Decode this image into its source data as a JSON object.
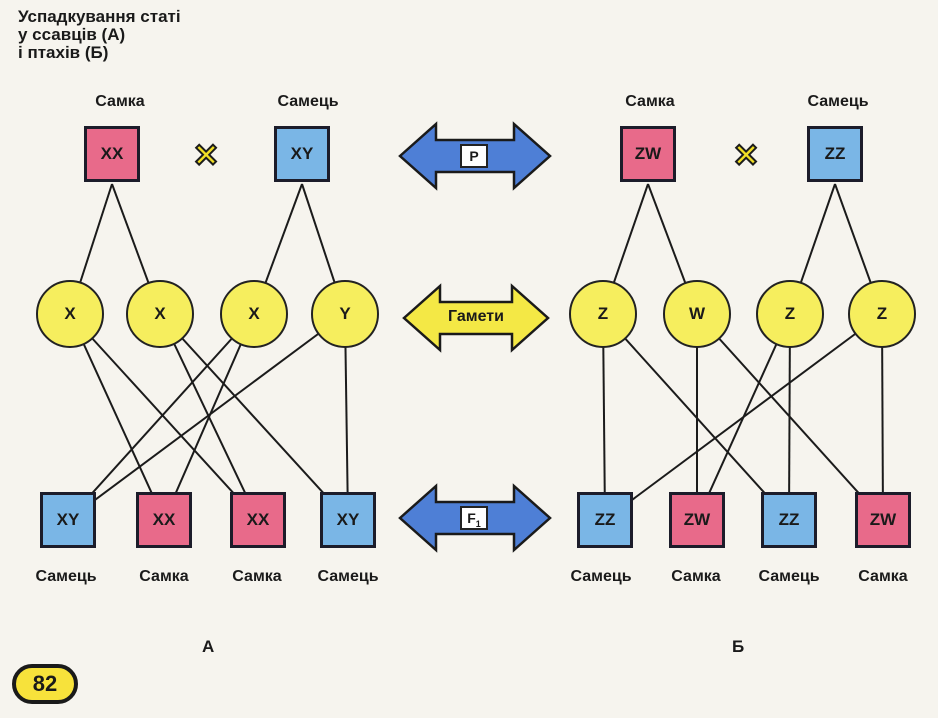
{
  "title": {
    "line1": "Успадкування статі",
    "line2": "у ссавців (А)",
    "line3": "і птахів (Б)"
  },
  "cross_symbol": "×",
  "arrows": {
    "parents_tag": "P",
    "gametes_tag": "Гамети",
    "offspring_tag": "F",
    "offspring_sub": "1"
  },
  "panel_a": {
    "letter": "А",
    "female": {
      "label": "Самка",
      "genotype": "XX"
    },
    "male": {
      "label": "Самець",
      "genotype": "XY"
    },
    "gametes": [
      "X",
      "X",
      "X",
      "Y"
    ],
    "offspring": [
      {
        "genotype": "XY",
        "sex": "Самець"
      },
      {
        "genotype": "XX",
        "sex": "Самка"
      },
      {
        "genotype": "XX",
        "sex": "Самка"
      },
      {
        "genotype": "XY",
        "sex": "Самець"
      }
    ]
  },
  "panel_b": {
    "letter": "Б",
    "female": {
      "label": "Самка",
      "genotype": "ZW"
    },
    "male": {
      "label": "Самець",
      "genotype": "ZZ"
    },
    "gametes": [
      "Z",
      "W",
      "Z",
      "Z"
    ],
    "offspring": [
      {
        "genotype": "ZZ",
        "sex": "Самець"
      },
      {
        "genotype": "ZW",
        "sex": "Самка"
      },
      {
        "genotype": "ZZ",
        "sex": "Самець"
      },
      {
        "genotype": "ZW",
        "sex": "Самка"
      }
    ]
  },
  "page_number": "82",
  "colors": {
    "female": "#e86a8a",
    "male": "#7ab6e6",
    "gamete": "#f6ee5e",
    "arrow_blue": "#4e7fd6",
    "arrow_yellow": "#f4e845",
    "cross": "#f2df25"
  }
}
